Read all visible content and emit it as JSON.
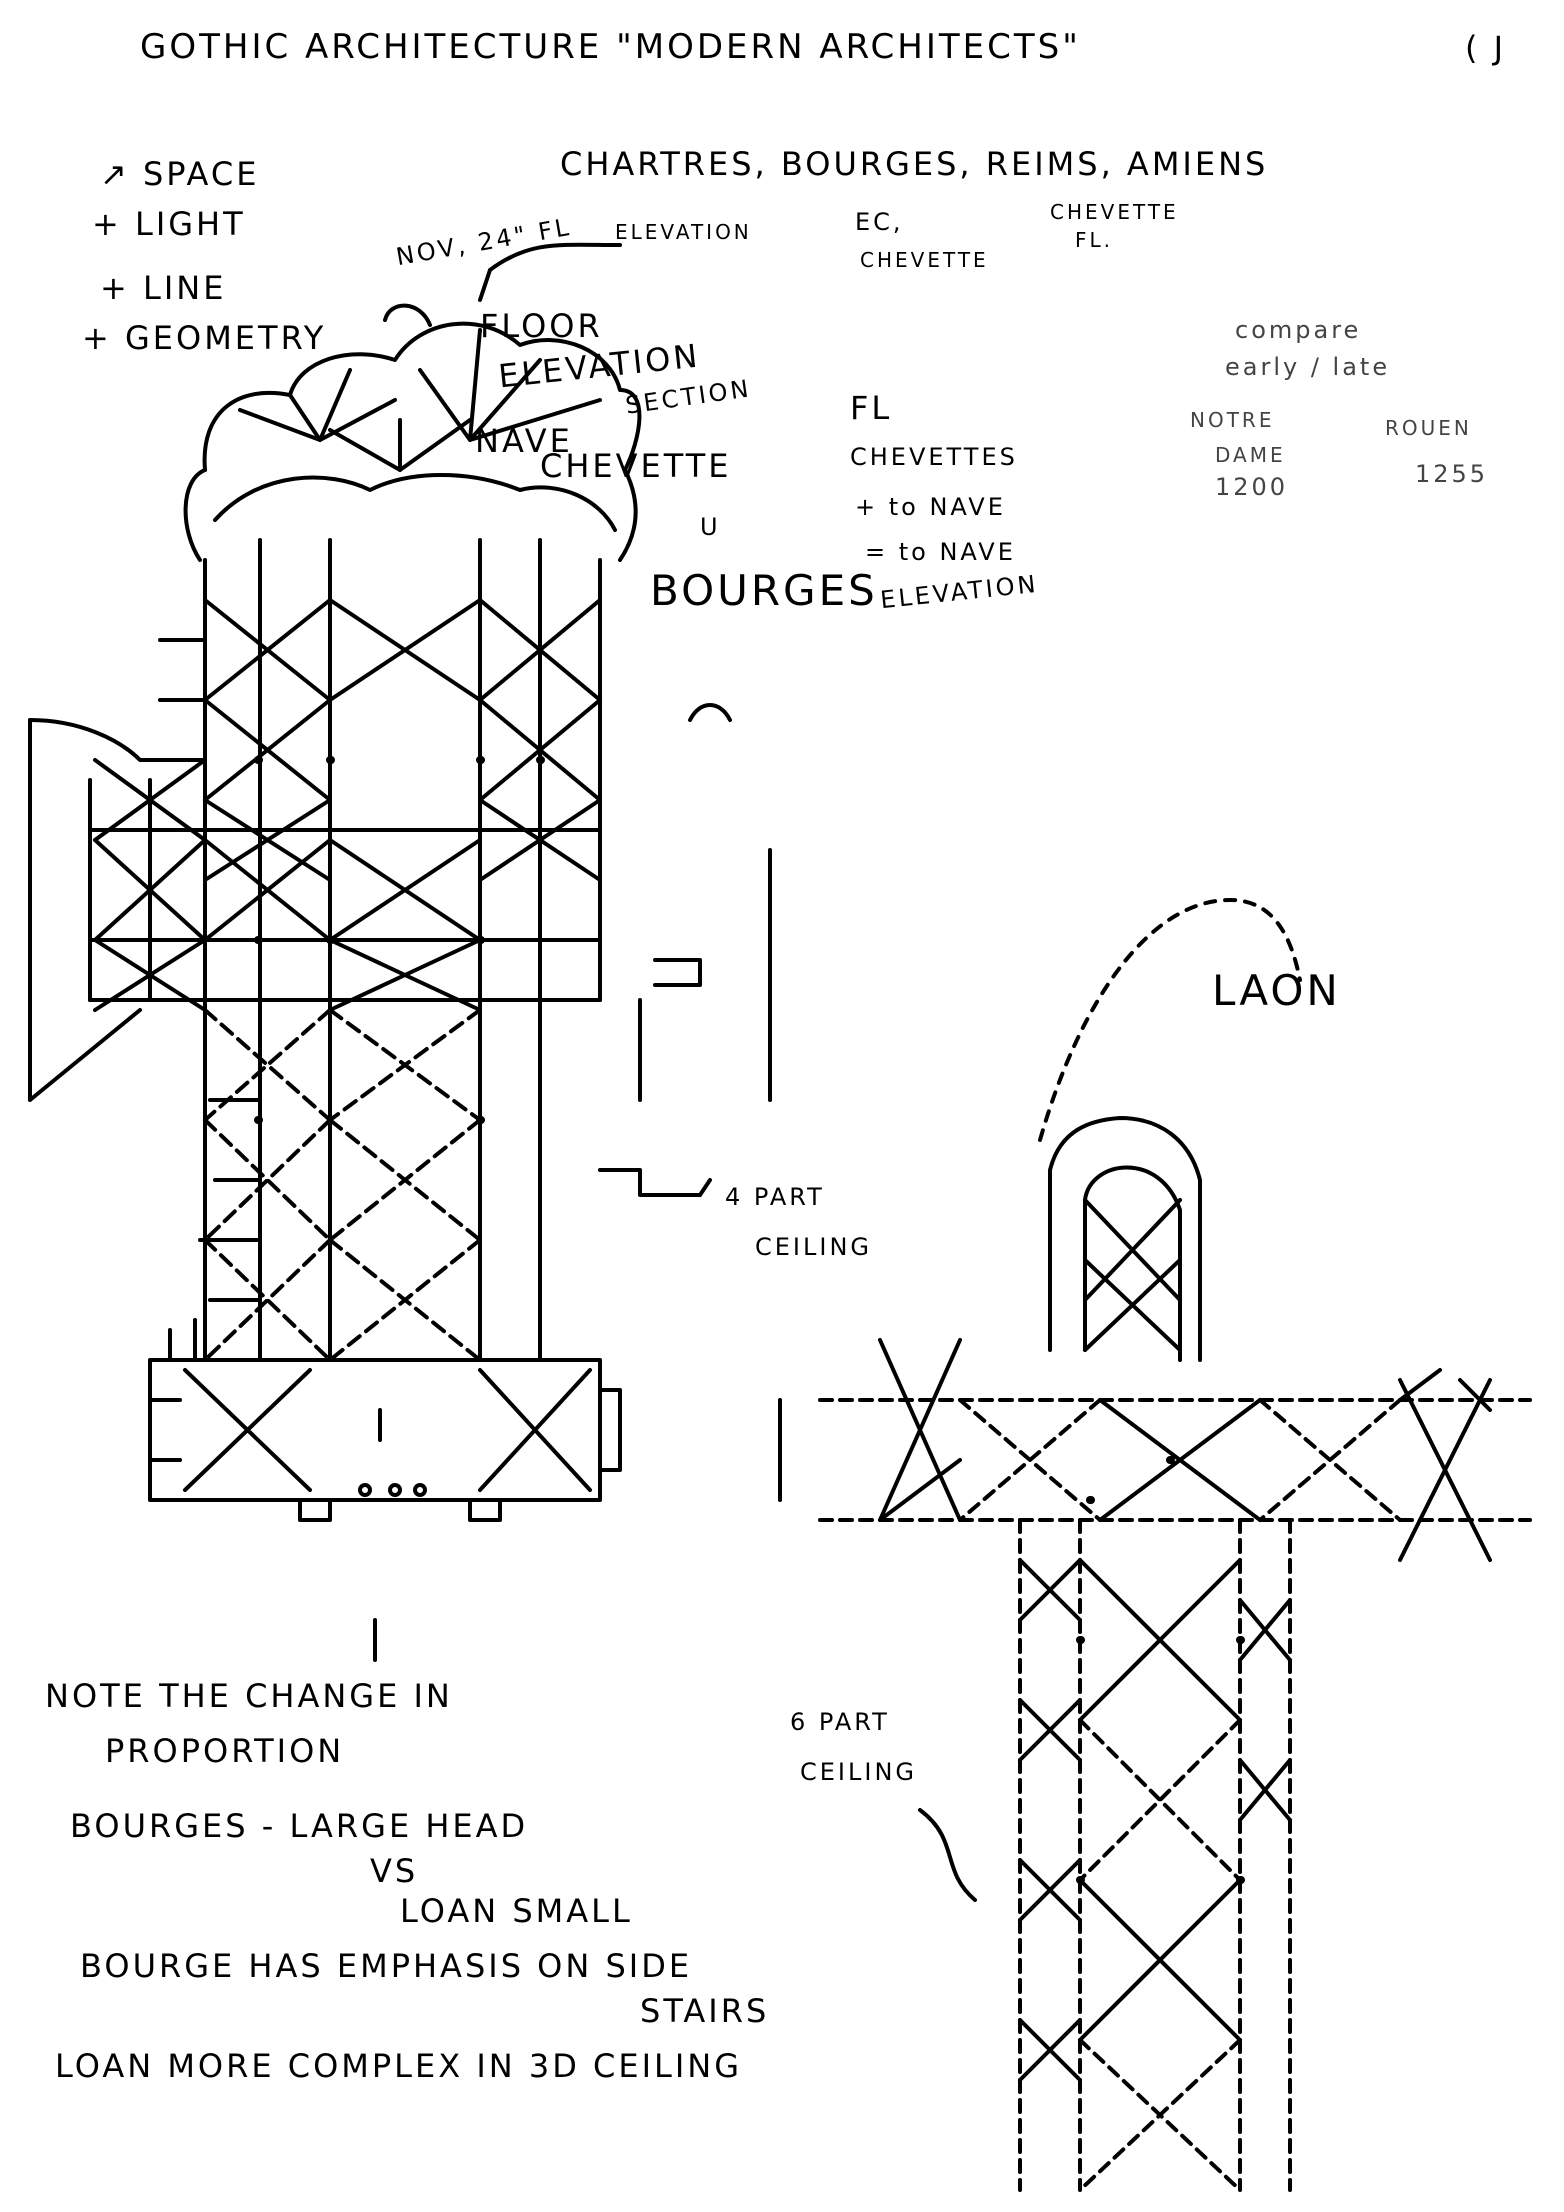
{
  "title": "GOTHIC ARCHITECTURE \"MODERN ARCHITECTS\"",
  "topics": [
    "SPACE",
    "LIGHT",
    "LINE",
    "GEOMETRY"
  ],
  "cathedrals": "CHARTRES, BOURGES, REIMS, AMIENS",
  "notes_top": {
    "nov": "NOV, 24\" FL",
    "elevation": "ELEVATION",
    "ec": "EC,",
    "chevette": "CHEVETTE",
    "chevette_fl": "CHEVETTE",
    "fl": "FL."
  },
  "plan_labels": {
    "floor": "FLOOR",
    "elevation": "ELEVATION",
    "section": "SECTION",
    "nave": "NAVE",
    "chevette": "CHEVETTE",
    "u": "U",
    "bourges": "BOURGES"
  },
  "fl_notes": [
    "FL",
    "CHEVETTES",
    "+ to NAVE",
    "= to NAVE",
    "ELEVATION"
  ],
  "compare": [
    "compare",
    "early / late",
    "NOTRE",
    "ROUEN",
    "DAME",
    "1200",
    "1255"
  ],
  "laon_title": "LAON",
  "part_ceiling_4": [
    "4 PART",
    "CEILING"
  ],
  "part_ceiling_6": [
    "6 PART",
    "CEILING"
  ],
  "notes_bottom": {
    "line1": "NOTE THE CHANGE IN",
    "line2": "PROPORTION",
    "line3": "BOURGES - LARGE HEAD",
    "line4": "VS",
    "line5": "LOAN SMALL",
    "line6": "BOURGE HAS EMPHASIS ON SIDE",
    "line7": "STAIRS",
    "line8": "LOAN MORE COMPLEX IN 3D CEILING"
  },
  "corner_mark": "( J"
}
